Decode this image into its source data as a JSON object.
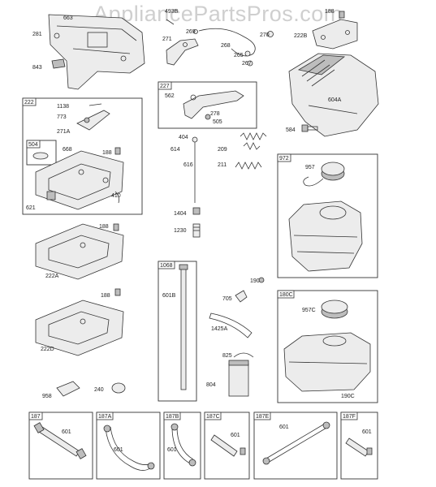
{
  "watermark": "AppliancePartsPros.com",
  "callouts": {
    "c663": "663",
    "c281": "281",
    "c843": "843",
    "c493B": "493B",
    "c271": "271",
    "c269": "269",
    "c268": "268",
    "c270": "270",
    "c265": "265",
    "c267": "267",
    "c188a": "188",
    "c222B": "222B",
    "c604A": "604A",
    "c584": "584",
    "c562": "562",
    "c278": "278",
    "c505": "505",
    "c1138": "1138",
    "c773": "773",
    "c271A": "271A",
    "c668": "668",
    "c188b": "188",
    "c410": "410",
    "c621": "621",
    "c404": "404",
    "c614": "614",
    "c616": "616",
    "c209": "209",
    "c211": "211",
    "c1404": "1404",
    "c1230": "1230",
    "c957": "957",
    "c188c": "188",
    "c222A": "222A",
    "c188d": "188",
    "c222D": "222D",
    "c601B": "601B",
    "c190": "190",
    "c705": "705",
    "c1425A": "1425A",
    "c825": "825",
    "c804": "804",
    "c957C": "957C",
    "c190C": "190C",
    "c958": "958",
    "c240": "240",
    "c601a": "601",
    "c601b": "601",
    "c601c": "601",
    "c601d": "601",
    "c601e": "601",
    "c601f": "601"
  },
  "boxes": {
    "b227": "227",
    "b222": "222",
    "b504": "504",
    "b972": "972",
    "b1068": "1068",
    "b180C": "180C",
    "b187": "187",
    "b187A": "187A",
    "b187B": "187B",
    "b187C": "187C",
    "b187E": "187E",
    "b187F": "187F"
  }
}
